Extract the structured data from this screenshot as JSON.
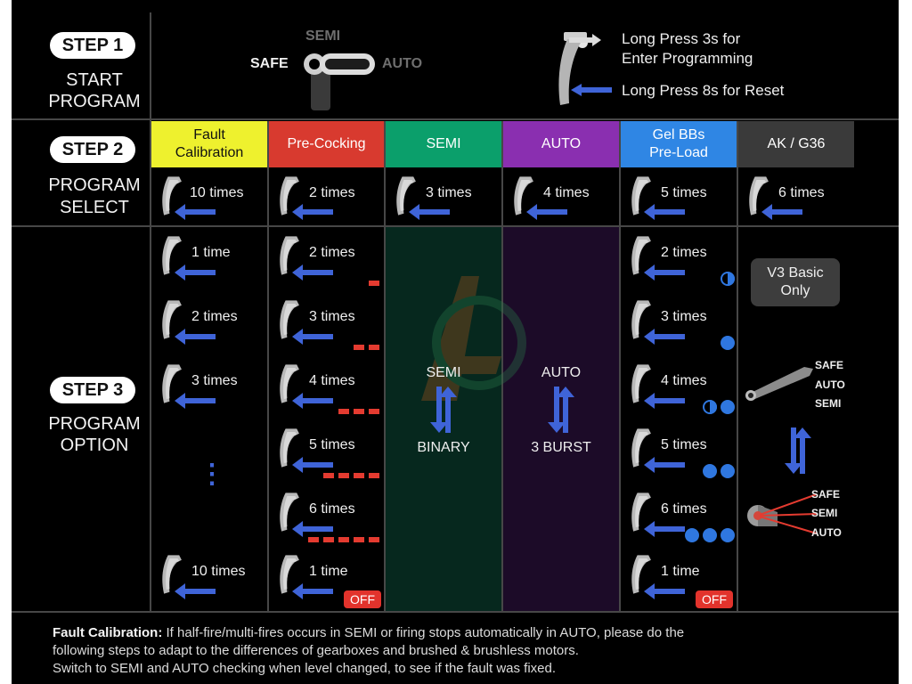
{
  "step1": {
    "pill": "STEP 1",
    "line1": "START",
    "line2": "PROGRAM"
  },
  "step2": {
    "pill": "STEP 2",
    "line1": "PROGRAM",
    "line2": "SELECT"
  },
  "step3": {
    "pill": "STEP 3",
    "line1": "PROGRAM",
    "line2": "OPTION"
  },
  "switch": {
    "semi": "SEMI",
    "safe": "SAFE",
    "auto": "AUTO"
  },
  "programming": {
    "long_press_3s_line1": "Long Press 3s for",
    "long_press_3s_line2": "Enter Programming",
    "long_press_8s": "Long Press 8s for Reset"
  },
  "columns": [
    {
      "line1": "Fault",
      "line2": "Calibration",
      "bg": "#eef12e",
      "fg": "#111111"
    },
    {
      "line1": "Pre-Cocking",
      "line2": "",
      "bg": "#d83a2f",
      "fg": "#ffffff"
    },
    {
      "line1": "SEMI",
      "line2": "",
      "bg": "#0b9f6b",
      "fg": "#ffffff"
    },
    {
      "line1": "AUTO",
      "line2": "",
      "bg": "#8a2fb0",
      "fg": "#ffffff"
    },
    {
      "line1": "Gel BBs",
      "line2": "Pre-Load",
      "bg": "#2f86e4",
      "fg": "#ffffff"
    },
    {
      "line1": "AK / G36",
      "line2": "",
      "bg": "#3a3a3a",
      "fg": "#ffffff"
    }
  ],
  "select_row": [
    "10 times",
    "2 times",
    "3 times",
    "4 times",
    "5 times",
    "6 times"
  ],
  "fault_options": [
    "1 time",
    "2 times",
    "3 times",
    "10 times"
  ],
  "fault_more": "⋮",
  "precocking_options": [
    "2 times",
    "3 times",
    "4 times",
    "5 times",
    "6 times",
    "1 time"
  ],
  "gel_options": [
    "2 times",
    "3 times",
    "4 times",
    "5 times",
    "6 times",
    "1 time"
  ],
  "off_label": "OFF",
  "semi_option": {
    "top": "SEMI",
    "bottom": "BINARY"
  },
  "auto_option": {
    "top": "AUTO",
    "bottom": "3 BURST"
  },
  "ak": {
    "badge_line1": "V3 Basic",
    "badge_line2": "Only",
    "selector1": [
      "SAFE",
      "AUTO",
      "SEMI"
    ],
    "selector2": [
      "SAFE",
      "SEMI",
      "AUTO"
    ]
  },
  "footer": {
    "bold": "Fault Calibration:",
    "text1": " If half-fire/multi-fires occurs in SEMI or firing stops automatically in AUTO, please do the",
    "text2": "following steps to adapt to the differences of gearboxes and brushed & brushless motors.",
    "text3": "Switch to SEMI and AUTO checking when level changed, to see if the fault was fixed."
  },
  "colors": {
    "arrow": "#3f64d8",
    "red": "#e43b30",
    "blue": "#2f77e0",
    "semi_col_bg": "#06281e",
    "auto_col_bg": "#1c0b28"
  }
}
